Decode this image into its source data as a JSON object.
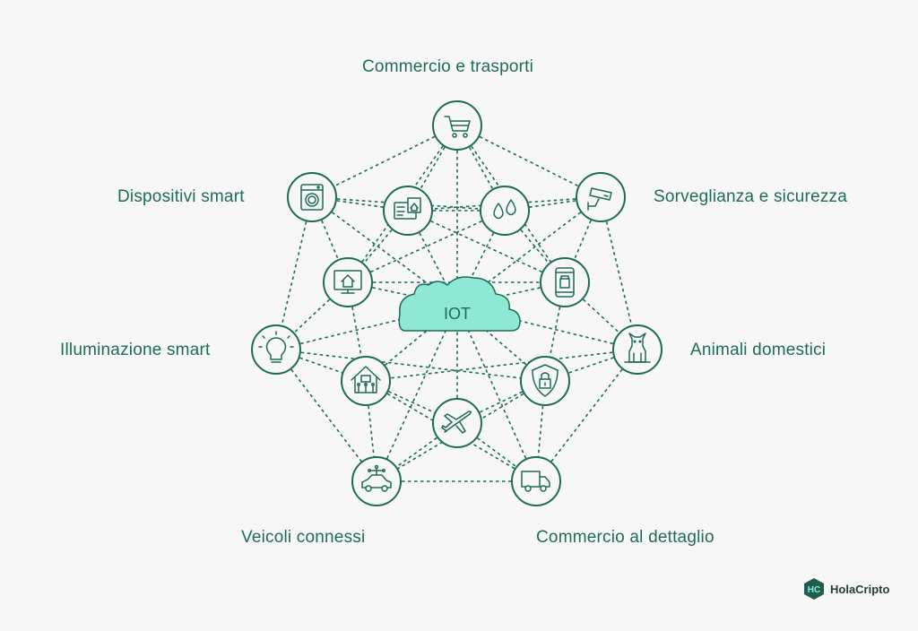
{
  "center": {
    "label": "IOT"
  },
  "labels": {
    "top": "Commercio e trasporti",
    "upper_left": "Dispositivi smart",
    "upper_right": "Sorveglianza e sicurezza",
    "left": "Illuminazione smart",
    "right": "Animali domestici",
    "bottom_left": "Veicoli connessi",
    "bottom_right": "Commercio al dettaglio"
  },
  "nodes": [
    {
      "id": "cart",
      "icon": "shopping-cart-icon"
    },
    {
      "id": "washer",
      "icon": "washing-machine-icon"
    },
    {
      "id": "camera",
      "icon": "security-camera-icon"
    },
    {
      "id": "card",
      "icon": "smart-home-card-icon"
    },
    {
      "id": "drops",
      "icon": "water-drops-icon"
    },
    {
      "id": "monitor",
      "icon": "home-monitor-icon"
    },
    {
      "id": "phone",
      "icon": "phone-app-icon"
    },
    {
      "id": "bulb",
      "icon": "light-bulb-icon"
    },
    {
      "id": "dog",
      "icon": "dog-icon"
    },
    {
      "id": "house",
      "icon": "circuit-house-icon"
    },
    {
      "id": "lock",
      "icon": "shield-lock-icon"
    },
    {
      "id": "plane",
      "icon": "airplane-icon"
    },
    {
      "id": "car",
      "icon": "connected-car-icon"
    },
    {
      "id": "truck",
      "icon": "delivery-truck-icon"
    }
  ],
  "brand": {
    "name": "HolaCripto",
    "logo_letters": "HC"
  },
  "colors": {
    "accent": "#1e6b5a",
    "cloud": "#8fe8d6",
    "background": "#f7f7f7"
  }
}
